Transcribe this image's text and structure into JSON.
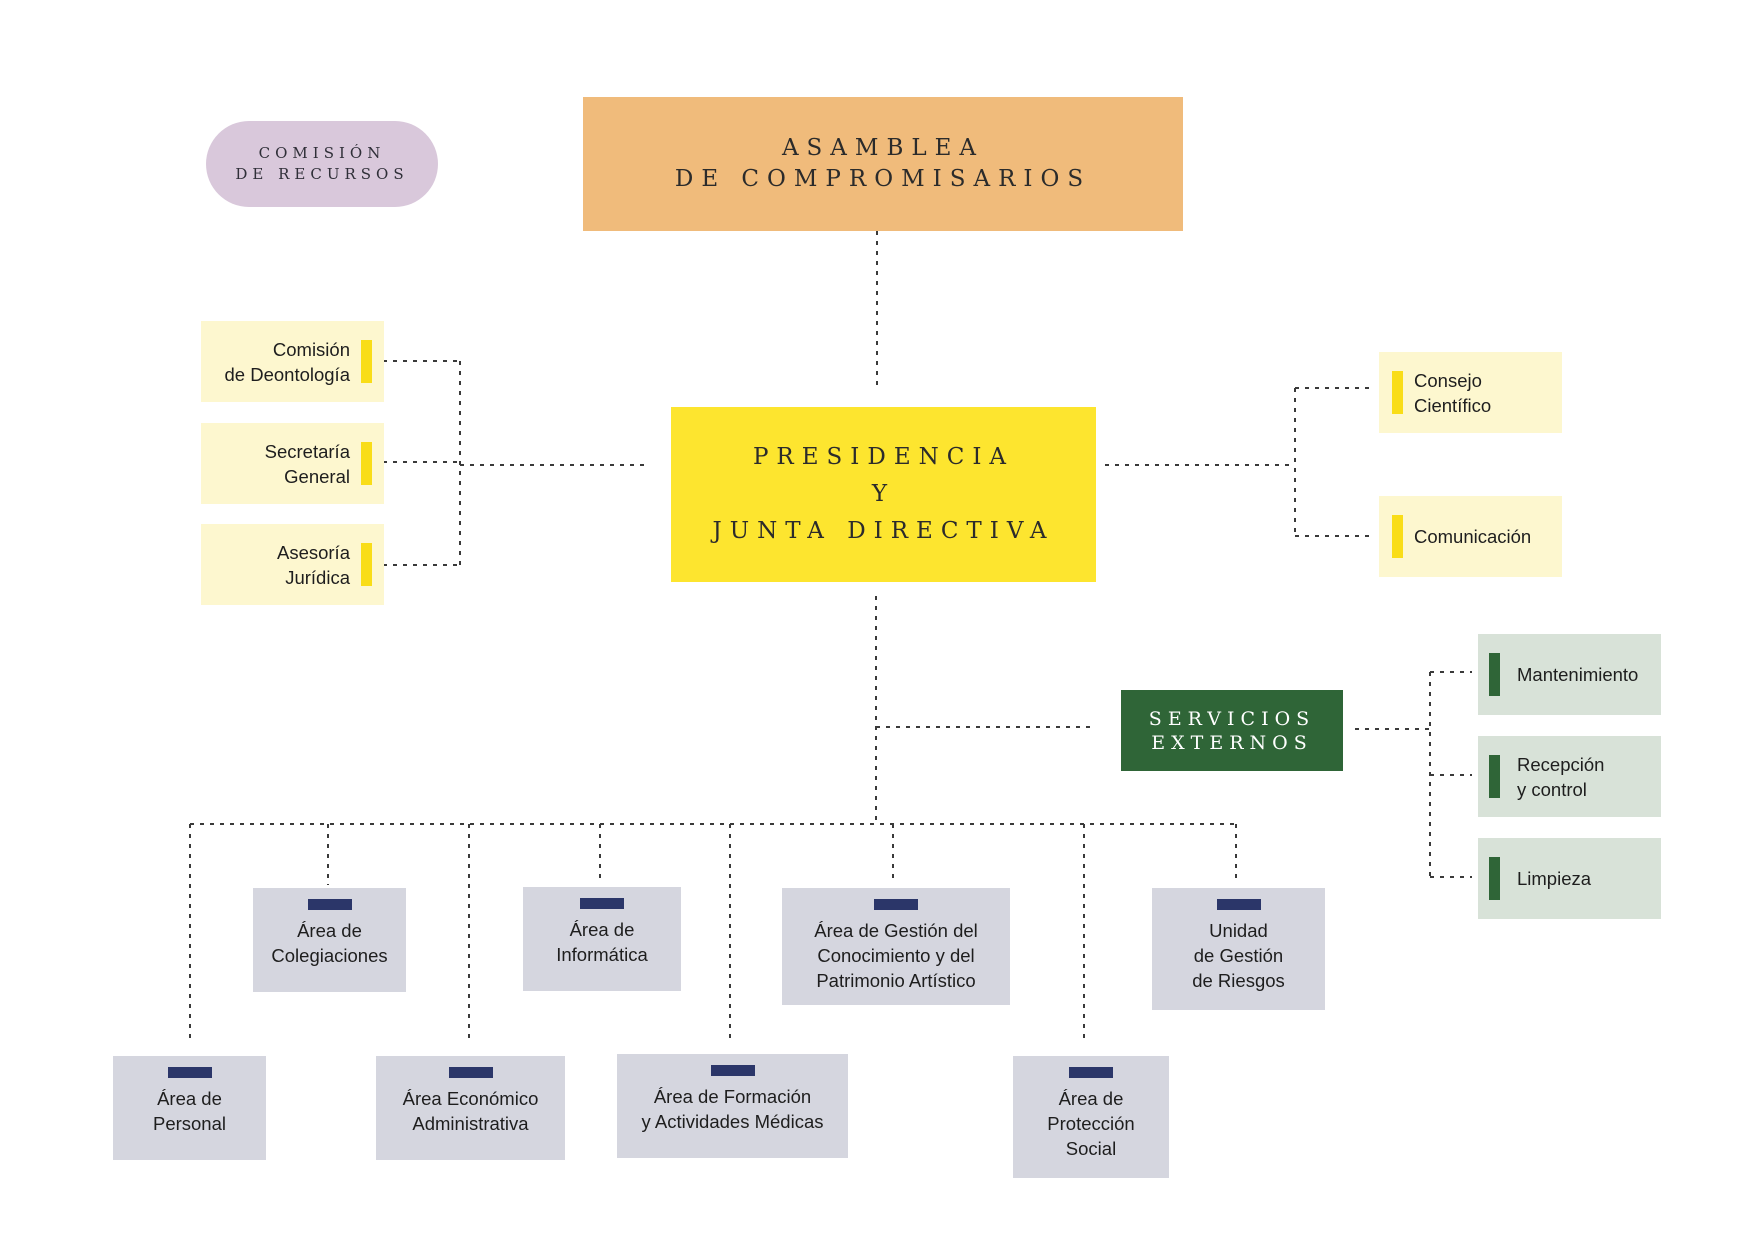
{
  "top": {
    "comision_recursos": [
      "COMISIÓN",
      "DE RECURSOS"
    ],
    "asamblea": [
      "ASAMBLEA",
      "DE COMPROMISARIOS"
    ]
  },
  "center": {
    "presidencia": [
      "PRESIDENCIA",
      "Y",
      "JUNTA DIRECTIVA"
    ],
    "servicios": [
      "SERVICIOS",
      "EXTERNOS"
    ]
  },
  "left_boxes": [
    {
      "lines": [
        "Comisión",
        "de Deontología"
      ]
    },
    {
      "lines": [
        "Secretaría",
        "General"
      ]
    },
    {
      "lines": [
        "Asesoría",
        "Jurídica"
      ]
    }
  ],
  "right_boxes": [
    {
      "lines": [
        "Consejo",
        "Científico"
      ]
    },
    {
      "lines": [
        "Comunicación"
      ]
    }
  ],
  "servicios_boxes": [
    {
      "lines": [
        "Mantenimiento"
      ]
    },
    {
      "lines": [
        "Recepción",
        "y control"
      ]
    },
    {
      "lines": [
        "Limpieza"
      ]
    }
  ],
  "areas": [
    {
      "lines": [
        "Área de",
        "Colegiaciones"
      ]
    },
    {
      "lines": [
        "Área de",
        "Informática"
      ]
    },
    {
      "lines": [
        "Área de Gestión del",
        "Conocimiento y del",
        "Patrimonio Artístico"
      ]
    },
    {
      "lines": [
        "Unidad",
        "de Gestión",
        "de Riesgos"
      ]
    },
    {
      "lines": [
        "Área de",
        "Personal"
      ]
    },
    {
      "lines": [
        "Área Económico",
        "Administrativa"
      ]
    },
    {
      "lines": [
        "Área de Formación",
        "y Actividades Médicas"
      ]
    },
    {
      "lines": [
        "Área de",
        "Protección",
        "Social"
      ]
    }
  ],
  "colors": {
    "asamblea": "#f0bb7b",
    "presidencia": "#fde52f",
    "servicios": "#2f6537",
    "comision_recursos": "#d9c8db",
    "yellow_box": "#fdf7cf",
    "green_box": "#d8e2d8",
    "area_box": "#d5d6df",
    "area_marker": "#2b3669"
  }
}
